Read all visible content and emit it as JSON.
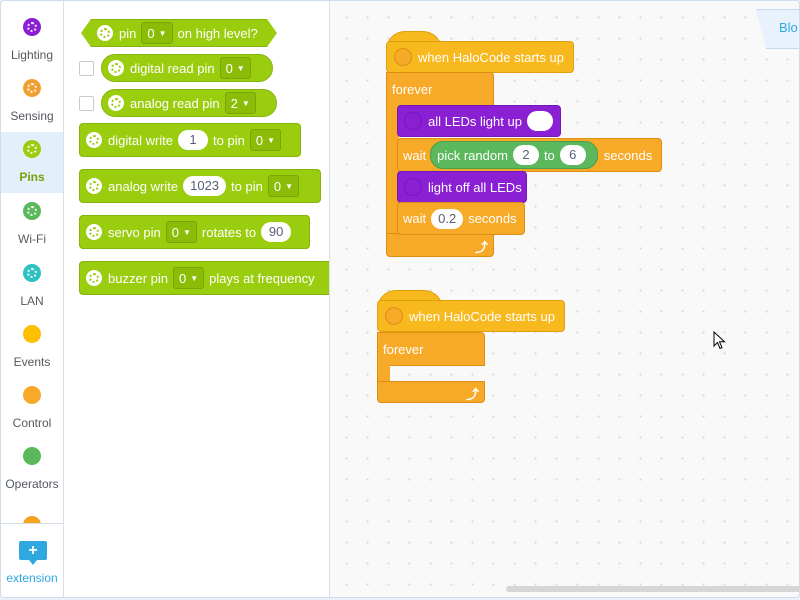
{
  "categories": [
    {
      "label": "Lighting",
      "color": "#8a1fd4",
      "icon": "lighting-icon"
    },
    {
      "label": "Sensing",
      "color": "#f0a030",
      "icon": "sensing-icon"
    },
    {
      "label": "Pins",
      "color": "#9acd0e",
      "icon": "pins-icon",
      "selected": true
    },
    {
      "label": "Wi-Fi",
      "color": "#5cb85c",
      "icon": "wifi-icon"
    },
    {
      "label": "LAN",
      "color": "#2fc1c1",
      "icon": "lan-icon"
    },
    {
      "label": "Events",
      "color": "#ffbf00",
      "icon": "events-icon"
    },
    {
      "label": "Control",
      "color": "#f7a928",
      "icon": "control-icon"
    },
    {
      "label": "Operators",
      "color": "#5cb85c",
      "icon": "operators-icon"
    }
  ],
  "extension": {
    "label": "extension",
    "symbol": "+"
  },
  "palette": {
    "pin_high": {
      "pre": "pin",
      "dropdown": "0",
      "post": "on high level?"
    },
    "digital_read": {
      "pre": "digital read pin",
      "dropdown": "0"
    },
    "analog_read": {
      "pre": "analog read pin",
      "dropdown": "2"
    },
    "digital_write": {
      "pre": "digital write",
      "value": "1",
      "mid": "to pin",
      "dropdown": "0"
    },
    "analog_write": {
      "pre": "analog write",
      "value": "1023",
      "mid": "to pin",
      "dropdown": "0"
    },
    "servo": {
      "pre": "servo pin",
      "dropdown": "0",
      "mid": "rotates to",
      "value": "90"
    },
    "buzzer": {
      "pre": "buzzer pin",
      "dropdown": "0",
      "post": "plays at frequency"
    }
  },
  "workspace": {
    "tab_label": "Blo",
    "script1": {
      "hat": "when HaloCode starts up",
      "forever": "forever",
      "all_leds": "all LEDs light up",
      "wait1_pre": "wait",
      "pick_random": "pick random",
      "rand_from": "2",
      "rand_to_label": "to",
      "rand_to": "6",
      "wait1_post": "seconds",
      "light_off": "light off all LEDs",
      "wait2_pre": "wait",
      "wait2_value": "0.2",
      "wait2_post": "seconds"
    },
    "script2": {
      "hat": "when HaloCode starts up",
      "forever": "forever"
    }
  }
}
